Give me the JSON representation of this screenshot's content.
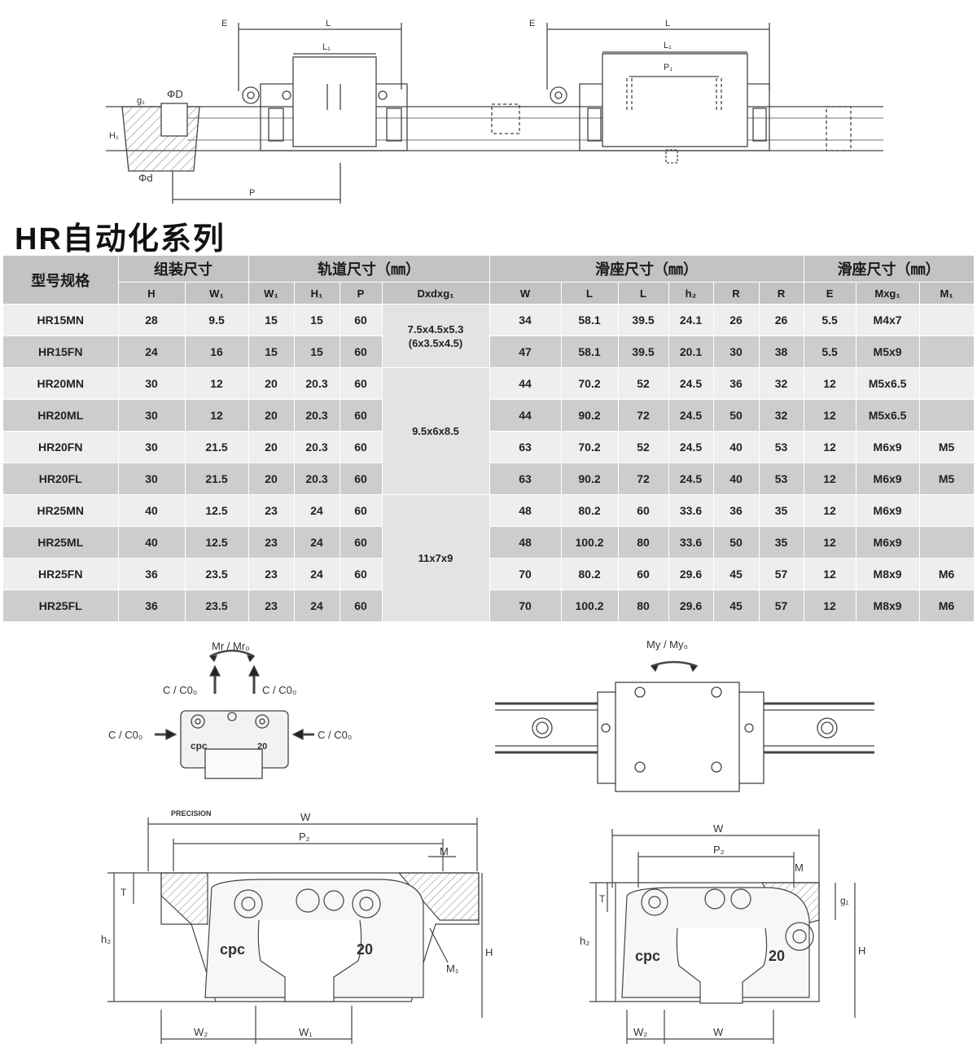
{
  "series_title": "HR自动化系列",
  "table": {
    "groups": {
      "model": "型号规格",
      "assembly": "组装尺寸",
      "rail": "轨道尺寸（㎜）",
      "slider_1": "滑座尺寸（㎜）",
      "slider_2": "滑座尺寸（㎜）"
    },
    "columns": [
      "H",
      "W₁",
      "W₁",
      "H₁",
      "P",
      "Dxdxg₁",
      "W",
      "L",
      "L",
      "h₂",
      "R",
      "R",
      "E",
      "Mxg₁",
      "M₁"
    ],
    "rows": [
      {
        "model": "HR15MN",
        "H": "28",
        "W2": "9.5",
        "WR": "15",
        "HR": "15",
        "P": "60",
        "W": "34",
        "L": "58.1",
        "L1": "39.5",
        "h2": "24.1",
        "R1": "26",
        "R2": "26",
        "E": "5.5",
        "Mxg": "M4x7",
        "M1": ""
      },
      {
        "model": "HR15FN",
        "H": "24",
        "W2": "16",
        "WR": "15",
        "HR": "15",
        "P": "60",
        "W": "47",
        "L": "58.1",
        "L1": "39.5",
        "h2": "20.1",
        "R1": "30",
        "R2": "38",
        "E": "5.5",
        "Mxg": "M5x9",
        "M1": ""
      },
      {
        "model": "HR20MN",
        "H": "30",
        "W2": "12",
        "WR": "20",
        "HR": "20.3",
        "P": "60",
        "W": "44",
        "L": "70.2",
        "L1": "52",
        "h2": "24.5",
        "R1": "36",
        "R2": "32",
        "E": "12",
        "Mxg": "M5x6.5",
        "M1": ""
      },
      {
        "model": "HR20ML",
        "H": "30",
        "W2": "12",
        "WR": "20",
        "HR": "20.3",
        "P": "60",
        "W": "44",
        "L": "90.2",
        "L1": "72",
        "h2": "24.5",
        "R1": "50",
        "R2": "32",
        "E": "12",
        "Mxg": "M5x6.5",
        "M1": ""
      },
      {
        "model": "HR20FN",
        "H": "30",
        "W2": "21.5",
        "WR": "20",
        "HR": "20.3",
        "P": "60",
        "W": "63",
        "L": "70.2",
        "L1": "52",
        "h2": "24.5",
        "R1": "40",
        "R2": "53",
        "E": "12",
        "Mxg": "M6x9",
        "M1": "M5"
      },
      {
        "model": "HR20FL",
        "H": "30",
        "W2": "21.5",
        "WR": "20",
        "HR": "20.3",
        "P": "60",
        "W": "63",
        "L": "90.2",
        "L1": "72",
        "h2": "24.5",
        "R1": "40",
        "R2": "53",
        "E": "12",
        "Mxg": "M6x9",
        "M1": "M5"
      },
      {
        "model": "HR25MN",
        "H": "40",
        "W2": "12.5",
        "WR": "23",
        "HR": "24",
        "P": "60",
        "W": "48",
        "L": "80.2",
        "L1": "60",
        "h2": "33.6",
        "R1": "36",
        "R2": "35",
        "E": "12",
        "Mxg": "M6x9",
        "M1": ""
      },
      {
        "model": "HR25ML",
        "H": "40",
        "W2": "12.5",
        "WR": "23",
        "HR": "24",
        "P": "60",
        "W": "48",
        "L": "100.2",
        "L1": "80",
        "h2": "33.6",
        "R1": "50",
        "R2": "35",
        "E": "12",
        "Mxg": "M6x9",
        "M1": ""
      },
      {
        "model": "HR25FN",
        "H": "36",
        "W2": "23.5",
        "WR": "23",
        "HR": "24",
        "P": "60",
        "W": "70",
        "L": "80.2",
        "L1": "60",
        "h2": "29.6",
        "R1": "45",
        "R2": "57",
        "E": "12",
        "Mxg": "M8x9",
        "M1": "M6"
      },
      {
        "model": "HR25FL",
        "H": "36",
        "W2": "23.5",
        "WR": "23",
        "HR": "24",
        "P": "60",
        "W": "70",
        "L": "100.2",
        "L1": "80",
        "h2": "29.6",
        "R1": "45",
        "R2": "57",
        "E": "12",
        "Mxg": "M8x9",
        "M1": "M6"
      }
    ],
    "dxdxg": {
      "g15_a": "7.5x4.5x5.3",
      "g15_b": "(6x3.5x4.5)",
      "g20": "9.5x6x8.5",
      "g25": "11x7x9"
    }
  },
  "drawing_labels": {
    "E": "E",
    "L": "L",
    "L1": "L₁",
    "P1": "P₁",
    "g1": "g₁",
    "D": "ΦD",
    "H1": "H₁",
    "d": "Φd",
    "P": "P",
    "moment_roll": "Mr / Mr₀",
    "moment_yaw": "My / My₀",
    "c_left_up": "C / C0₀",
    "c_right_up": "C / C0₀",
    "c_left": "C / C0₀",
    "c_right": "C / C0₀",
    "brand": "cpc",
    "size_mark": "20",
    "precision": "PRECISION",
    "W": "W",
    "P2": "P₂",
    "M": "M",
    "T": "T",
    "h2": "h₂",
    "H": "H",
    "M1": "M₁",
    "W2": "W₂",
    "W1": "W₁",
    "g2": "g₁",
    "Wr": "W"
  }
}
